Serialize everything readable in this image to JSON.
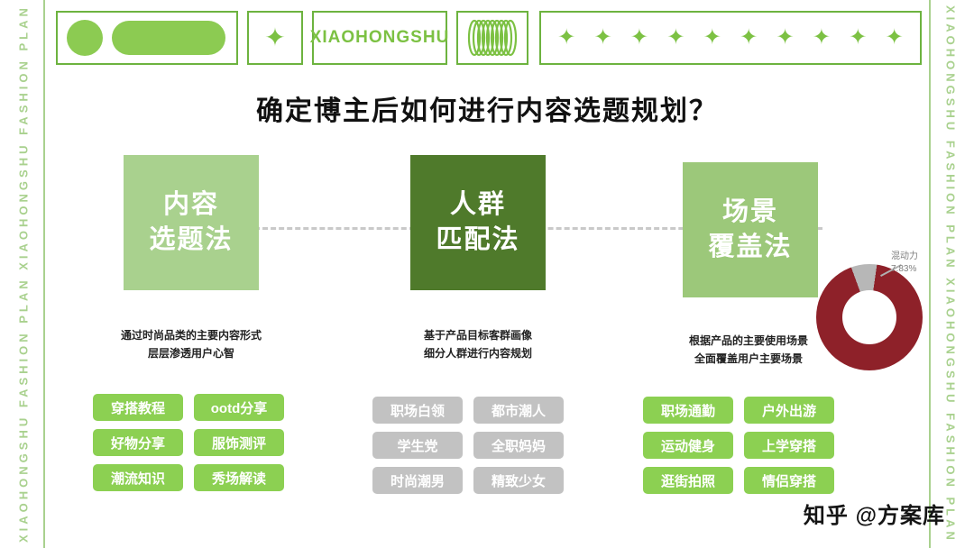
{
  "slide": {
    "title": "确定博主后如何进行内容选题规划？",
    "watermark": "知乎 @方案库"
  },
  "sidebars": {
    "left": "XIAOHONGSHU FASHION PLAN XIAOHONGSHU FASHION PLAN",
    "right": "XIAOHONGSHU FASHION PLAN XIAOHONGSHU FASHION PLAN"
  },
  "header": {
    "brand": "XIAOHONGSHU",
    "sparkle": "✦"
  },
  "columns": [
    {
      "box_line1": "内容",
      "box_line2": "选题法",
      "desc_line1": "通过时尚品类的主要内容形式",
      "desc_line2": "层层渗透用户心智",
      "tags": [
        "穿搭教程",
        "ootd分享",
        "好物分享",
        "服饰测评",
        "潮流知识",
        "秀场解读"
      ]
    },
    {
      "box_line1": "人群",
      "box_line2": "匹配法",
      "desc_line1": "基于产品目标客群画像",
      "desc_line2": "细分人群进行内容规划",
      "tags": [
        "职场白领",
        "都市潮人",
        "学生党",
        "全职妈妈",
        "时尚潮男",
        "精致少女"
      ]
    },
    {
      "box_line1": "场景",
      "box_line2": "覆盖法",
      "desc_line1": "根据产品的主要使用场景",
      "desc_line2": "全面覆盖用户主要场景",
      "tags": [
        "职场通勤",
        "户外出游",
        "运动健身",
        "上学穿搭",
        "逛街拍照",
        "情侣穿搭"
      ]
    }
  ],
  "colors": {
    "light_green_box": "#a9d18e",
    "dark_green_box": "#4f7a2b",
    "medium_green_box": "#9cc87a",
    "tag_green": "#8cd052",
    "tag_gray": "#c2c2c2",
    "outline_green": "#6db33f",
    "sidebar_green": "#a9d18e"
  },
  "chart_data": {
    "type": "pie",
    "slices": [
      {
        "label": "混动力",
        "value": 7.83,
        "color": "#b7b7b7"
      },
      {
        "label": "",
        "value": 92.17,
        "color": "#8e2129"
      }
    ],
    "annotation_line1": "混动力",
    "annotation_line2": "7.83%",
    "legend_position": "none",
    "start_angle_deg": -20
  }
}
